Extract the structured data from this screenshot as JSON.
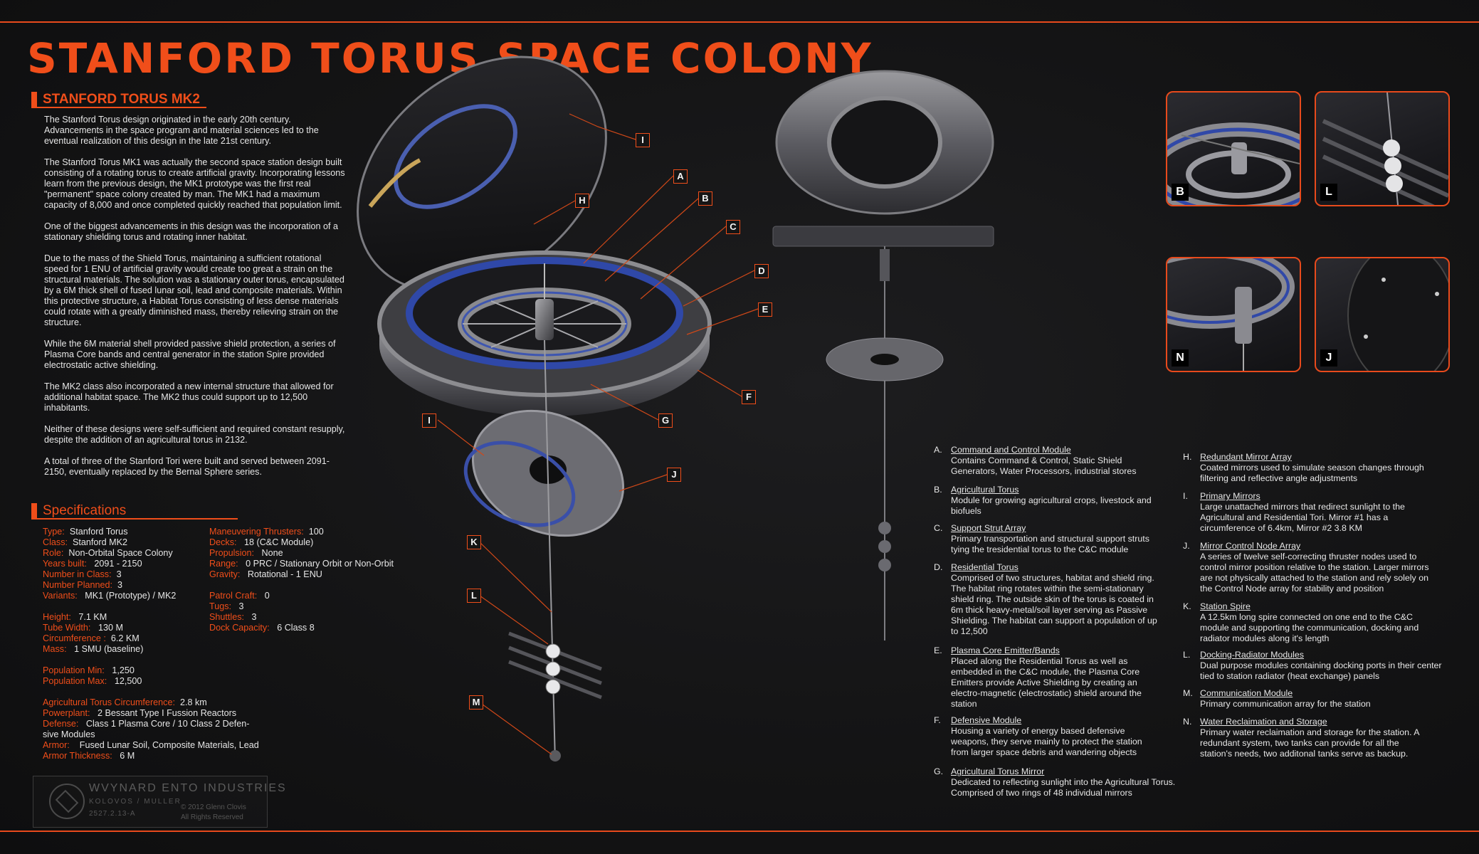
{
  "title": "STANFORD TORUS SPACE COLONY",
  "intro": {
    "heading": "STANFORD TORUS MK2",
    "paragraphs": [
      "The Stanford Torus design originated in the early 20th century. Advancements in the space program and material sciences led to the eventual realization of this design in the late 21st century.",
      "The Stanford Torus MK1 was actually the second space station design built consisting of a rotating torus to create artificial gravity. Incorporating lessons learn from the previous design, the MK1 prototype was the first real \"permanent\" space colony created by man. The MK1 had a maximum capacity of 8,000 and once completed quickly reached that population limit.",
      "One of the biggest advancements in this design was the incorporation of a stationary shielding torus and rotating inner habitat.",
      "Due to the mass of the Shield Torus, maintaining a sufficient rotational speed for 1 ENU of artificial gravity would create too great a strain on the structural materials. The solution was a stationary outer torus, encapsulated by a 6M thick shell of fused lunar soil, lead and composite materials. Within this protective structure, a Habitat Torus consisting of less dense materials could rotate with a greatly diminished mass, thereby relieving strain on the structure.",
      "While the 6M material shell provided passive shield protection, a series of Plasma Core bands and central generator in the station Spire provided electrostatic active shielding.",
      "The MK2 class also incorporated a new internal structure that allowed for additional habitat space. The MK2 thus could support up to 12,500 inhabitants.",
      "Neither of these designs were self-sufficient and required constant resupply, despite the addition of an agricultural torus in 2132.",
      "A total of three of the Stanford Tori were built and served between 2091-2150, eventually replaced by the Bernal Sphere series."
    ]
  },
  "specs": {
    "heading": "Specifications",
    "left": [
      {
        "k": "Type:",
        "v": "Stanford Torus"
      },
      {
        "k": "Class:",
        "v": "Stanford MK2"
      },
      {
        "k": "Role:",
        "v": "Non-Orbital Space Colony"
      },
      {
        "k": "Years built:",
        "v": "2091 - 2150"
      },
      {
        "k": "Number in Class:",
        "v": "3"
      },
      {
        "k": "Number Planned:",
        "v": "3"
      },
      {
        "k": "Variants:",
        "v": "MK1 (Prototype) / MK2"
      },
      {
        "k": "Height:",
        "v": "7.1 KM"
      },
      {
        "k": "Tube Width:",
        "v": "130 M"
      },
      {
        "k": "Circumference :",
        "v": "6.2 KM"
      },
      {
        "k": "Mass:",
        "v": "1 SMU (baseline)"
      },
      {
        "k": "Population Min:",
        "v": "1,250"
      },
      {
        "k": "Population Max:",
        "v": "12,500"
      },
      {
        "k": "Agricultural Torus Circumference:",
        "v": "2.8 km"
      },
      {
        "k": "Powerplant:",
        "v": "2 Bessant Type I Fussion Reactors"
      },
      {
        "k": "Defense:",
        "v": "Class 1 Plasma Core / 10 Class 2 Defen-"
      },
      {
        "k": "",
        "v": "sive Modules"
      },
      {
        "k": "Armor:",
        "v": "Fused Lunar Soil, Composite Materials, Lead"
      },
      {
        "k": "Armor Thickness:",
        "v": "6 M"
      }
    ],
    "right": [
      {
        "k": "Maneuvering Thrusters:",
        "v": "100"
      },
      {
        "k": "Decks:",
        "v": "18 (C&C Module)"
      },
      {
        "k": "Propulsion:",
        "v": "None"
      },
      {
        "k": "Range:",
        "v": "0 PRC / Stationary Orbit or Non-Orbit"
      },
      {
        "k": "Gravity:",
        "v": "Rotational - 1 ENU"
      },
      {
        "k": "Patrol Craft:",
        "v": "0"
      },
      {
        "k": "Tugs:",
        "v": "3"
      },
      {
        "k": "Shuttles:",
        "v": "3"
      },
      {
        "k": "Dock Capacity:",
        "v": "6 Class 8"
      }
    ]
  },
  "logo": {
    "company": "WVYNARD ENTO INDUSTRIES",
    "sub": "KOLOVOS / MULLER",
    "code": "2527.2.13-A",
    "copyright": "© 2012 Glenn Clovis",
    "rights": "All Rights Reserved"
  },
  "callouts": [
    "I",
    "H",
    "A",
    "B",
    "C",
    "D",
    "E",
    "F",
    "G",
    "I",
    "J",
    "K",
    "L",
    "M"
  ],
  "legend_left": [
    {
      "letter": "A.",
      "name": "Command and Control Module",
      "desc": "Contains Command & Control, Static Shield Generators, Water Processors, industrial stores"
    },
    {
      "letter": "B.",
      "name": "Agricultural Torus",
      "desc": "Module for growing agricultural crops, livestock and biofuels"
    },
    {
      "letter": "C.",
      "name": "Support Strut Array",
      "desc": "Primary transportation and structural support struts tying the tresidential torus to the C&C module"
    },
    {
      "letter": "D.",
      "name": "Residential Torus",
      "desc": "Comprised of two structures, habitat and shield ring. The habitat ring rotates within the semi-stationary shield ring. The outside skin of the torus is coated in 6m thick heavy-metal/soil layer serving as Passive Shielding. The habitat can support a population of up to 12,500"
    },
    {
      "letter": "E.",
      "name": "Plasma Core Emitter/Bands",
      "desc": "Placed along the Residential Torus as well as embedded in the C&C module, the Plasma Core Emitters provide Active Shielding by creating an electro-magnetic (electrostatic) shield around the station"
    },
    {
      "letter": "F.",
      "name": "Defensive Module",
      "desc": "Housing a variety of energy based defensive weapons, they serve mainly to protect the station from larger space debris and wandering objects"
    },
    {
      "letter": "G.",
      "name": "Agricultural Torus Mirror",
      "desc": "Dedicated to reflecting sunlight into the Agricultural Torus. Comprised of two rings of 48 individual mirrors"
    }
  ],
  "legend_right": [
    {
      "letter": "H.",
      "name": "Redundant Mirror Array",
      "desc": "Coated mirrors used to simulate season changes through filtering and reflective angle adjustments"
    },
    {
      "letter": "I.",
      "name": "Primary Mirrors",
      "desc": "Large unattached mirrors that redirect sunlight to the Agricultural and Residential Tori. Mirror #1 has a circumference of 6.4km, Mirror #2 3.8 KM"
    },
    {
      "letter": "J.",
      "name": "Mirror Control Node Array",
      "desc": "A series of twelve self-correcting thruster nodes used to control mirror position relative to the station. Larger mirrors are not physically attached to the station and rely solely on the Control Node array for stability and position"
    },
    {
      "letter": "K.",
      "name": "Station Spire",
      "desc": "A 12.5km long spire connected on one end to the C&C module and supporting the communication, docking and radiator modules along it's length"
    },
    {
      "letter": "L.",
      "name": "Docking-Radiator Modules",
      "desc": "Dual purpose modules containing docking ports in their center tied to station radiator (heat exchange) panels"
    },
    {
      "letter": "M.",
      "name": "Communication Module",
      "desc": "Primary communication array for the station"
    },
    {
      "letter": "N.",
      "name": "Water Reclaimation and Storage",
      "desc": "Primary water reclaimation and storage for the station. A redundant system, two tanks can provide for all the station's needs, two additonal tanks serve as backup."
    }
  ],
  "thumbs": [
    "B",
    "L",
    "N",
    "J"
  ],
  "colors": {
    "accent": "#f04e1a",
    "background": "#151516",
    "text": "#e6e6e6"
  }
}
